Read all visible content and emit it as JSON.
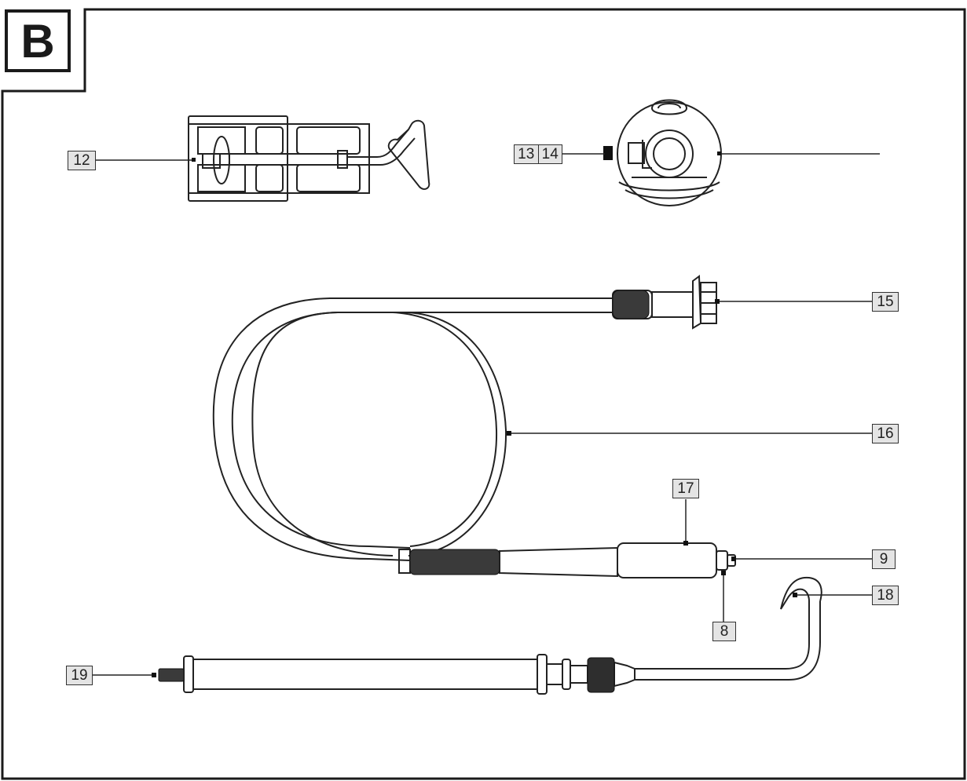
{
  "figure": {
    "section_letter": "B",
    "callouts": {
      "c12": "12",
      "c13": "13",
      "c14": "14",
      "c15": "15",
      "c16": "16",
      "c17": "17",
      "c9": "9",
      "c18": "18",
      "c8": "8",
      "c19": "19"
    }
  }
}
